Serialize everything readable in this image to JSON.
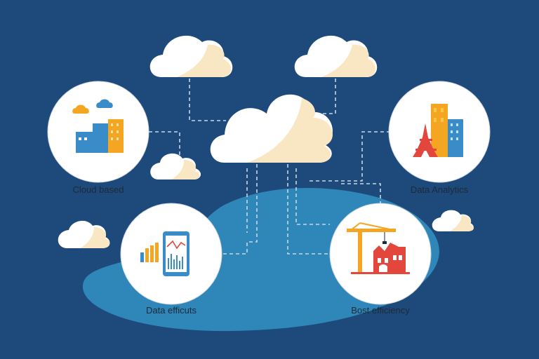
{
  "nodes": [
    {
      "id": "cloud-based",
      "label": "Cloud based"
    },
    {
      "id": "data-analytics",
      "label": "Data Analytics"
    },
    {
      "id": "data-efficuts",
      "label": "Data efficuts"
    },
    {
      "id": "bost-efficiency",
      "label": "Bost efficiency"
    }
  ],
  "colors": {
    "background": "#1d4a7a",
    "lake": "#2f86b8",
    "cloud_white": "#ffffff",
    "cloud_cream": "#f9e7c4",
    "circle": "#ffffff",
    "circle_border": "#cfd8e3",
    "dashed_line": "#c6d6e8",
    "orange": "#f4a521",
    "blue": "#3a8cc9",
    "red": "#e2463c",
    "yellow": "#f7c744"
  },
  "icons": {
    "cloud-based": "city-buildings-with-clouds-icon",
    "data-analytics": "eiffel-tower-with-skyscrapers-icon",
    "data-efficuts": "smartphone-with-bar-chart-icon",
    "bost-efficiency": "construction-crane-with-building-icon"
  }
}
